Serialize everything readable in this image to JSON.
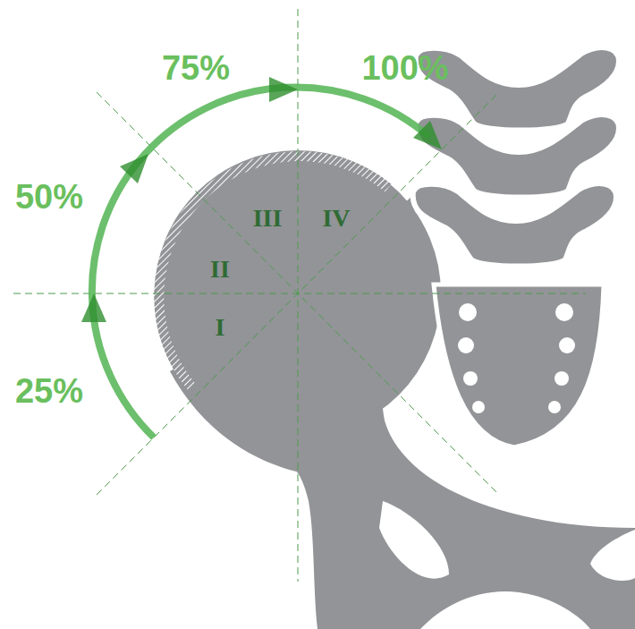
{
  "diagram": {
    "labels": [
      "75%",
      "100%",
      "50%",
      "III",
      "IV",
      "II",
      "I",
      "25%"
    ]
  }
}
